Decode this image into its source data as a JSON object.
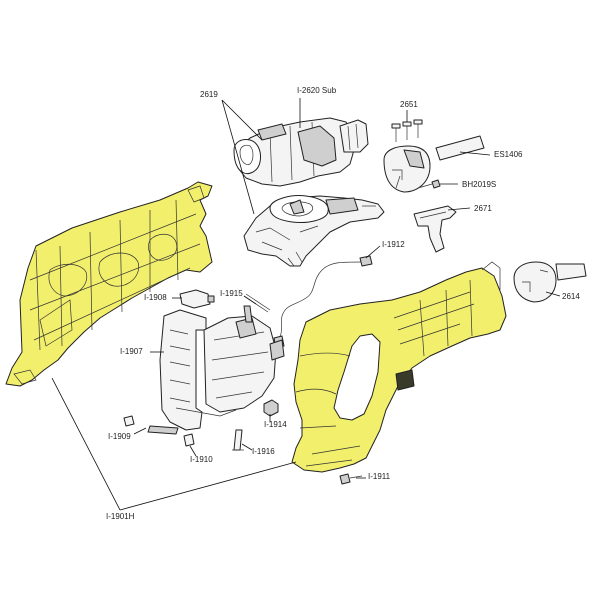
{
  "colors": {
    "highlight": "#f2ef6c",
    "highlight_dark": "#d9d23a",
    "part_fill": "#f4f4f4",
    "part_shade": "#cfcfcf",
    "line": "#222222"
  },
  "labels": {
    "i2620": "I-2620 Sub",
    "p2619": "2619",
    "p2651": "2651",
    "es1406": "ES1406",
    "bh2019s": "BH2019S",
    "p2671": "2671",
    "i1912": "I-1912",
    "p2614": "2614",
    "i1908": "I-1908",
    "i1915": "I-1915",
    "i1907": "I-1907",
    "i1914": "I-1914",
    "i1909": "I-1909",
    "i1910": "I-1910",
    "i1916": "I-1916",
    "i1911": "I-1911",
    "i1901h": "I-1901H"
  }
}
